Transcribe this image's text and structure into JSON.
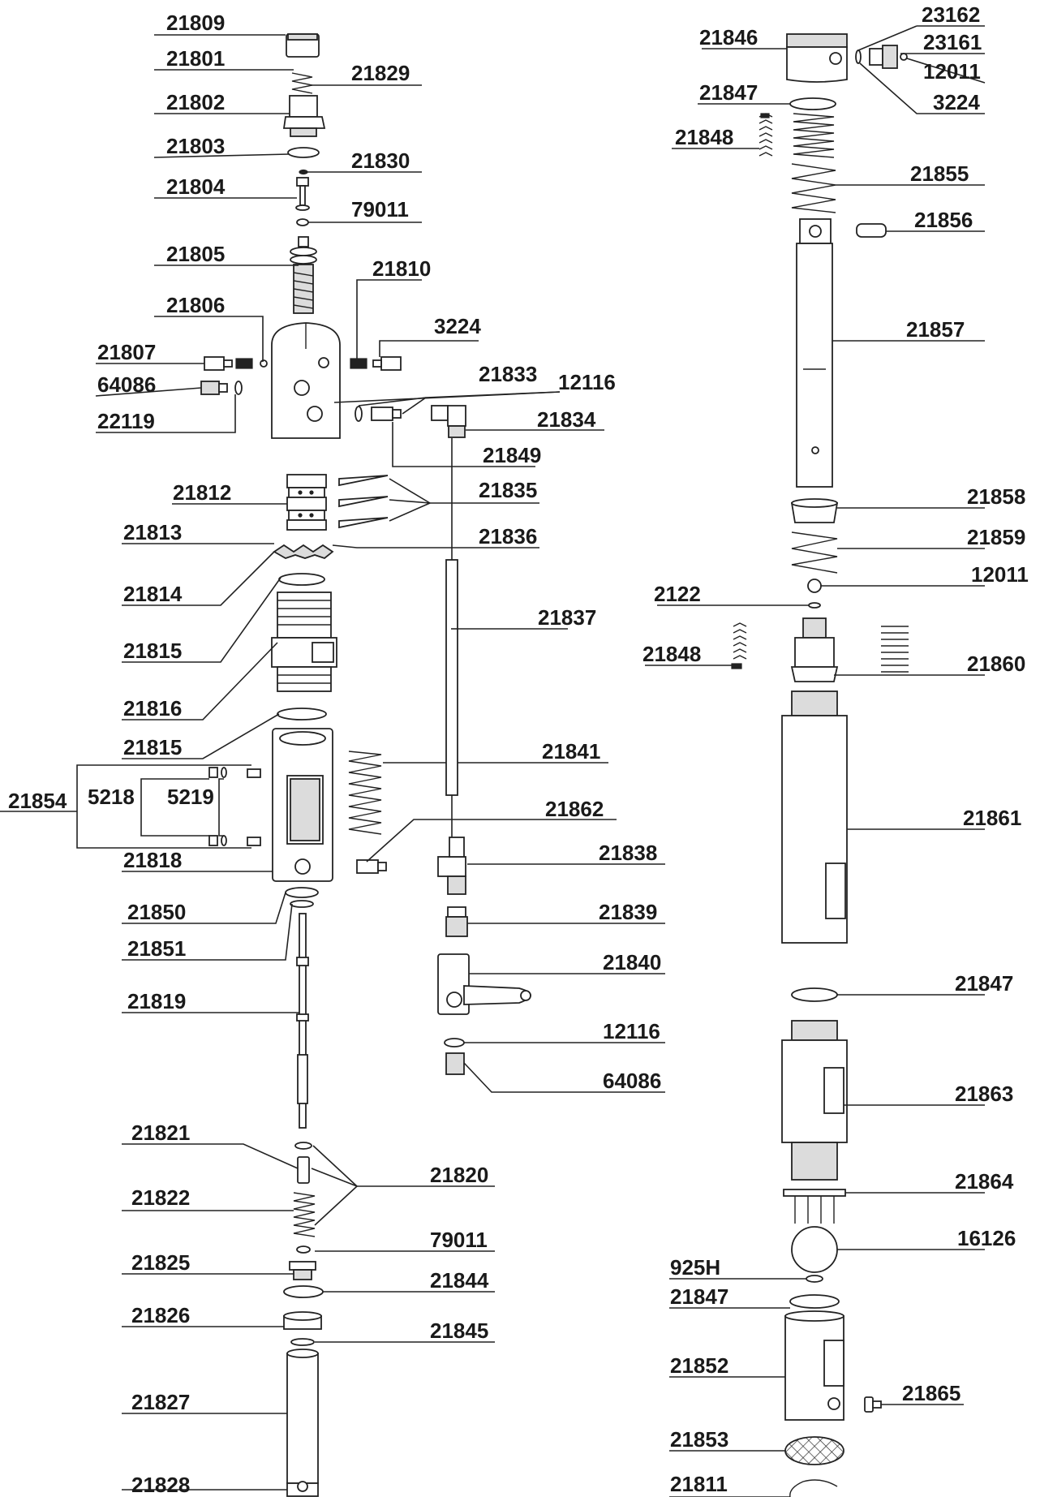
{
  "labels": {
    "p21809": "21809",
    "p21801": "21801",
    "p21829": "21829",
    "p21802": "21802",
    "p21803": "21803",
    "p21830": "21830",
    "p21804": "21804",
    "p79011a": "79011",
    "p21805": "21805",
    "p21810": "21810",
    "p21806": "21806",
    "p3224a": "3224",
    "p21807": "21807",
    "p21833": "21833",
    "p12116a": "12116",
    "p64086a": "64086",
    "p22119": "22119",
    "p21834": "21834",
    "p21849": "21849",
    "p21812": "21812",
    "p21835": "21835",
    "p21813": "21813",
    "p21836": "21836",
    "p21814": "21814",
    "p21837": "21837",
    "p21815a": "21815",
    "p21816": "21816",
    "p21815b": "21815",
    "p21841": "21841",
    "p21854": "21854",
    "p5218": "5218",
    "p5219": "5219",
    "p21862": "21862",
    "p21818": "21818",
    "p21838": "21838",
    "p21850": "21850",
    "p21839": "21839",
    "p21851": "21851",
    "p21840": "21840",
    "p21819": "21819",
    "p12116b": "12116",
    "p64086b": "64086",
    "p21821": "21821",
    "p21820": "21820",
    "p21822": "21822",
    "p79011b": "79011",
    "p21825": "21825",
    "p21844": "21844",
    "p21826": "21826",
    "p21845": "21845",
    "p21827": "21827",
    "p21828": "21828",
    "p23162": "23162",
    "p21846": "21846",
    "p23161": "23161",
    "p12011a": "12011",
    "p21847a": "21847",
    "p3224b": "3224",
    "p21848a": "21848",
    "p21855": "21855",
    "p21856": "21856",
    "p21857": "21857",
    "p21858": "21858",
    "p21859": "21859",
    "p12011b": "12011",
    "p2122": "2122",
    "p21848b": "21848",
    "p21860": "21860",
    "p21861": "21861",
    "p21847b": "21847",
    "p21863": "21863",
    "p21864": "21864",
    "p16126": "16126",
    "p925H": "925H",
    "p21847c": "21847",
    "p21852": "21852",
    "p21865": "21865",
    "p21853": "21853",
    "p21811": "21811"
  }
}
